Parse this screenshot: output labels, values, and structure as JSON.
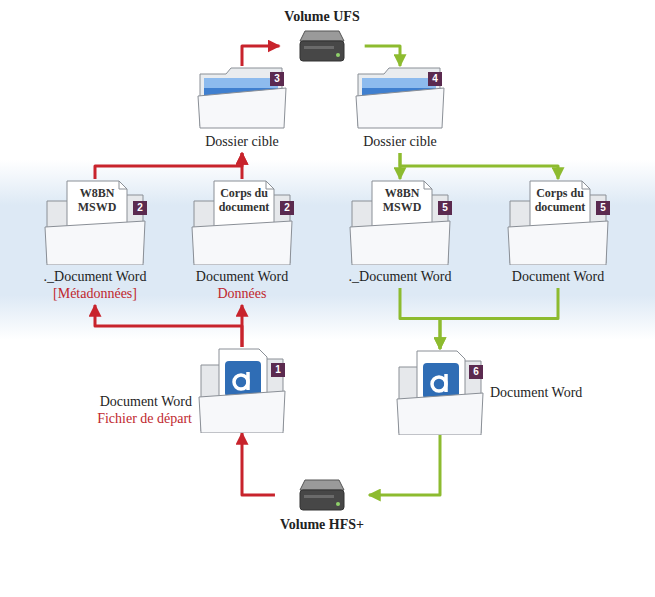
{
  "diagram": {
    "nodes": [
      {
        "text": [
          "Volume UFS"
        ]
      },
      {
        "text": [
          "3",
          "Dossier cible"
        ]
      },
      {
        "text": [
          "4",
          "Dossier cible"
        ]
      },
      {
        "text": [
          "W8BN MSWD",
          "2",
          "._Document Word",
          "[Métadonnées]"
        ]
      },
      {
        "text": [
          "Corps du document",
          "2",
          "Document Word",
          "Données"
        ]
      },
      {
        "text": [
          "W8BN MSWD",
          "5",
          "._Document Word"
        ]
      },
      {
        "text": [
          "Corps du document",
          "5",
          "Document Word"
        ]
      },
      {
        "text": [
          "1",
          "Document Word",
          "Fichier de départ"
        ]
      },
      {
        "text": [
          "6",
          "Document Word"
        ]
      },
      {
        "text": [
          "Volume HFS+"
        ]
      }
    ],
    "edges": [
      {
        "from": 7,
        "to": 3,
        "arrow": "to"
      },
      {
        "from": 7,
        "to": 4,
        "arrow": "to"
      },
      {
        "from": 3,
        "to": 1,
        "arrow": "to"
      },
      {
        "from": 4,
        "to": 1,
        "arrow": "to"
      },
      {
        "from": 1,
        "to": 0,
        "arrow": "to"
      },
      {
        "from": 0,
        "to": 2,
        "arrow": "to"
      },
      {
        "from": 2,
        "to": 5,
        "arrow": "to"
      },
      {
        "from": 2,
        "to": 6,
        "arrow": "to"
      },
      {
        "from": 5,
        "to": 8,
        "arrow": "to"
      },
      {
        "from": 6,
        "to": 8,
        "arrow": "to"
      },
      {
        "from": 8,
        "to": 9,
        "arrow": "to"
      },
      {
        "from": 9,
        "to": 7,
        "arrow": "to"
      }
    ]
  }
}
